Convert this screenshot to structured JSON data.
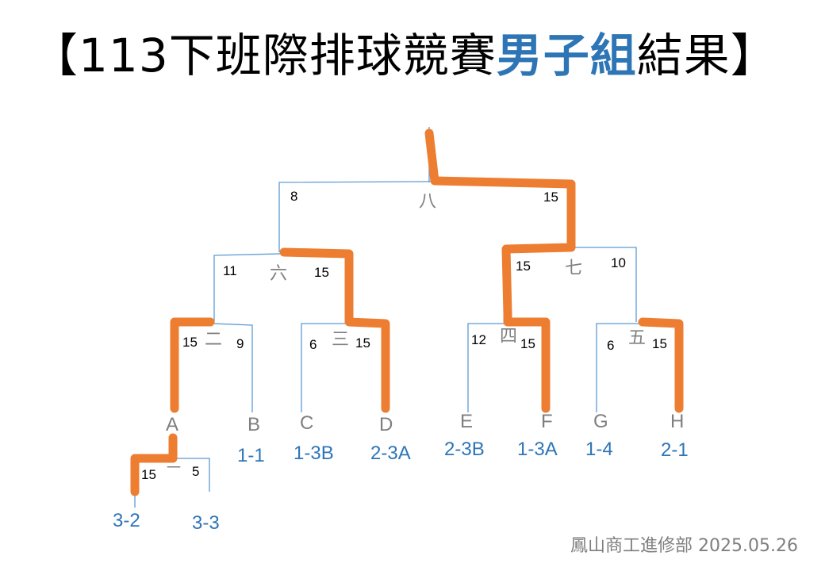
{
  "title": {
    "open": "【",
    "prefix": "113下班際排球競賽",
    "highlight": "男子組",
    "suffix": "結果",
    "close": "】"
  },
  "colors": {
    "line": "#5b9bd5",
    "winner_path": "#ed7d31",
    "class_text": "#2e75b6",
    "team_text": "#7f7f7f"
  },
  "games": {
    "g1": {
      "label": "一",
      "left_score": "15",
      "right_score": "5"
    },
    "g2": {
      "label": "二",
      "left_score": "15",
      "right_score": "9"
    },
    "g3": {
      "label": "三",
      "left_score": "6",
      "right_score": "15"
    },
    "g4": {
      "label": "四",
      "left_score": "12",
      "right_score": "15"
    },
    "g5": {
      "label": "五",
      "left_score": "6",
      "right_score": "15"
    },
    "g6": {
      "label": "六",
      "left_score": "11",
      "right_score": "15"
    },
    "g7": {
      "label": "七",
      "left_score": "15",
      "right_score": "10"
    },
    "g8": {
      "label": "八",
      "left_score": "8",
      "right_score": "15"
    }
  },
  "teams": [
    {
      "letter": "A",
      "class": ""
    },
    {
      "letter": "B",
      "class": "1-1"
    },
    {
      "letter": "C",
      "class": "1-3B"
    },
    {
      "letter": "D",
      "class": "2-3A"
    },
    {
      "letter": "E",
      "class": "2-3B"
    },
    {
      "letter": "F",
      "class": "1-3A"
    },
    {
      "letter": "G",
      "class": "1-4"
    },
    {
      "letter": "H",
      "class": "2-1"
    }
  ],
  "playin": [
    {
      "class": "3-2"
    },
    {
      "class": "3-3"
    }
  ],
  "footer": "鳳山商工進修部 2025.05.26"
}
